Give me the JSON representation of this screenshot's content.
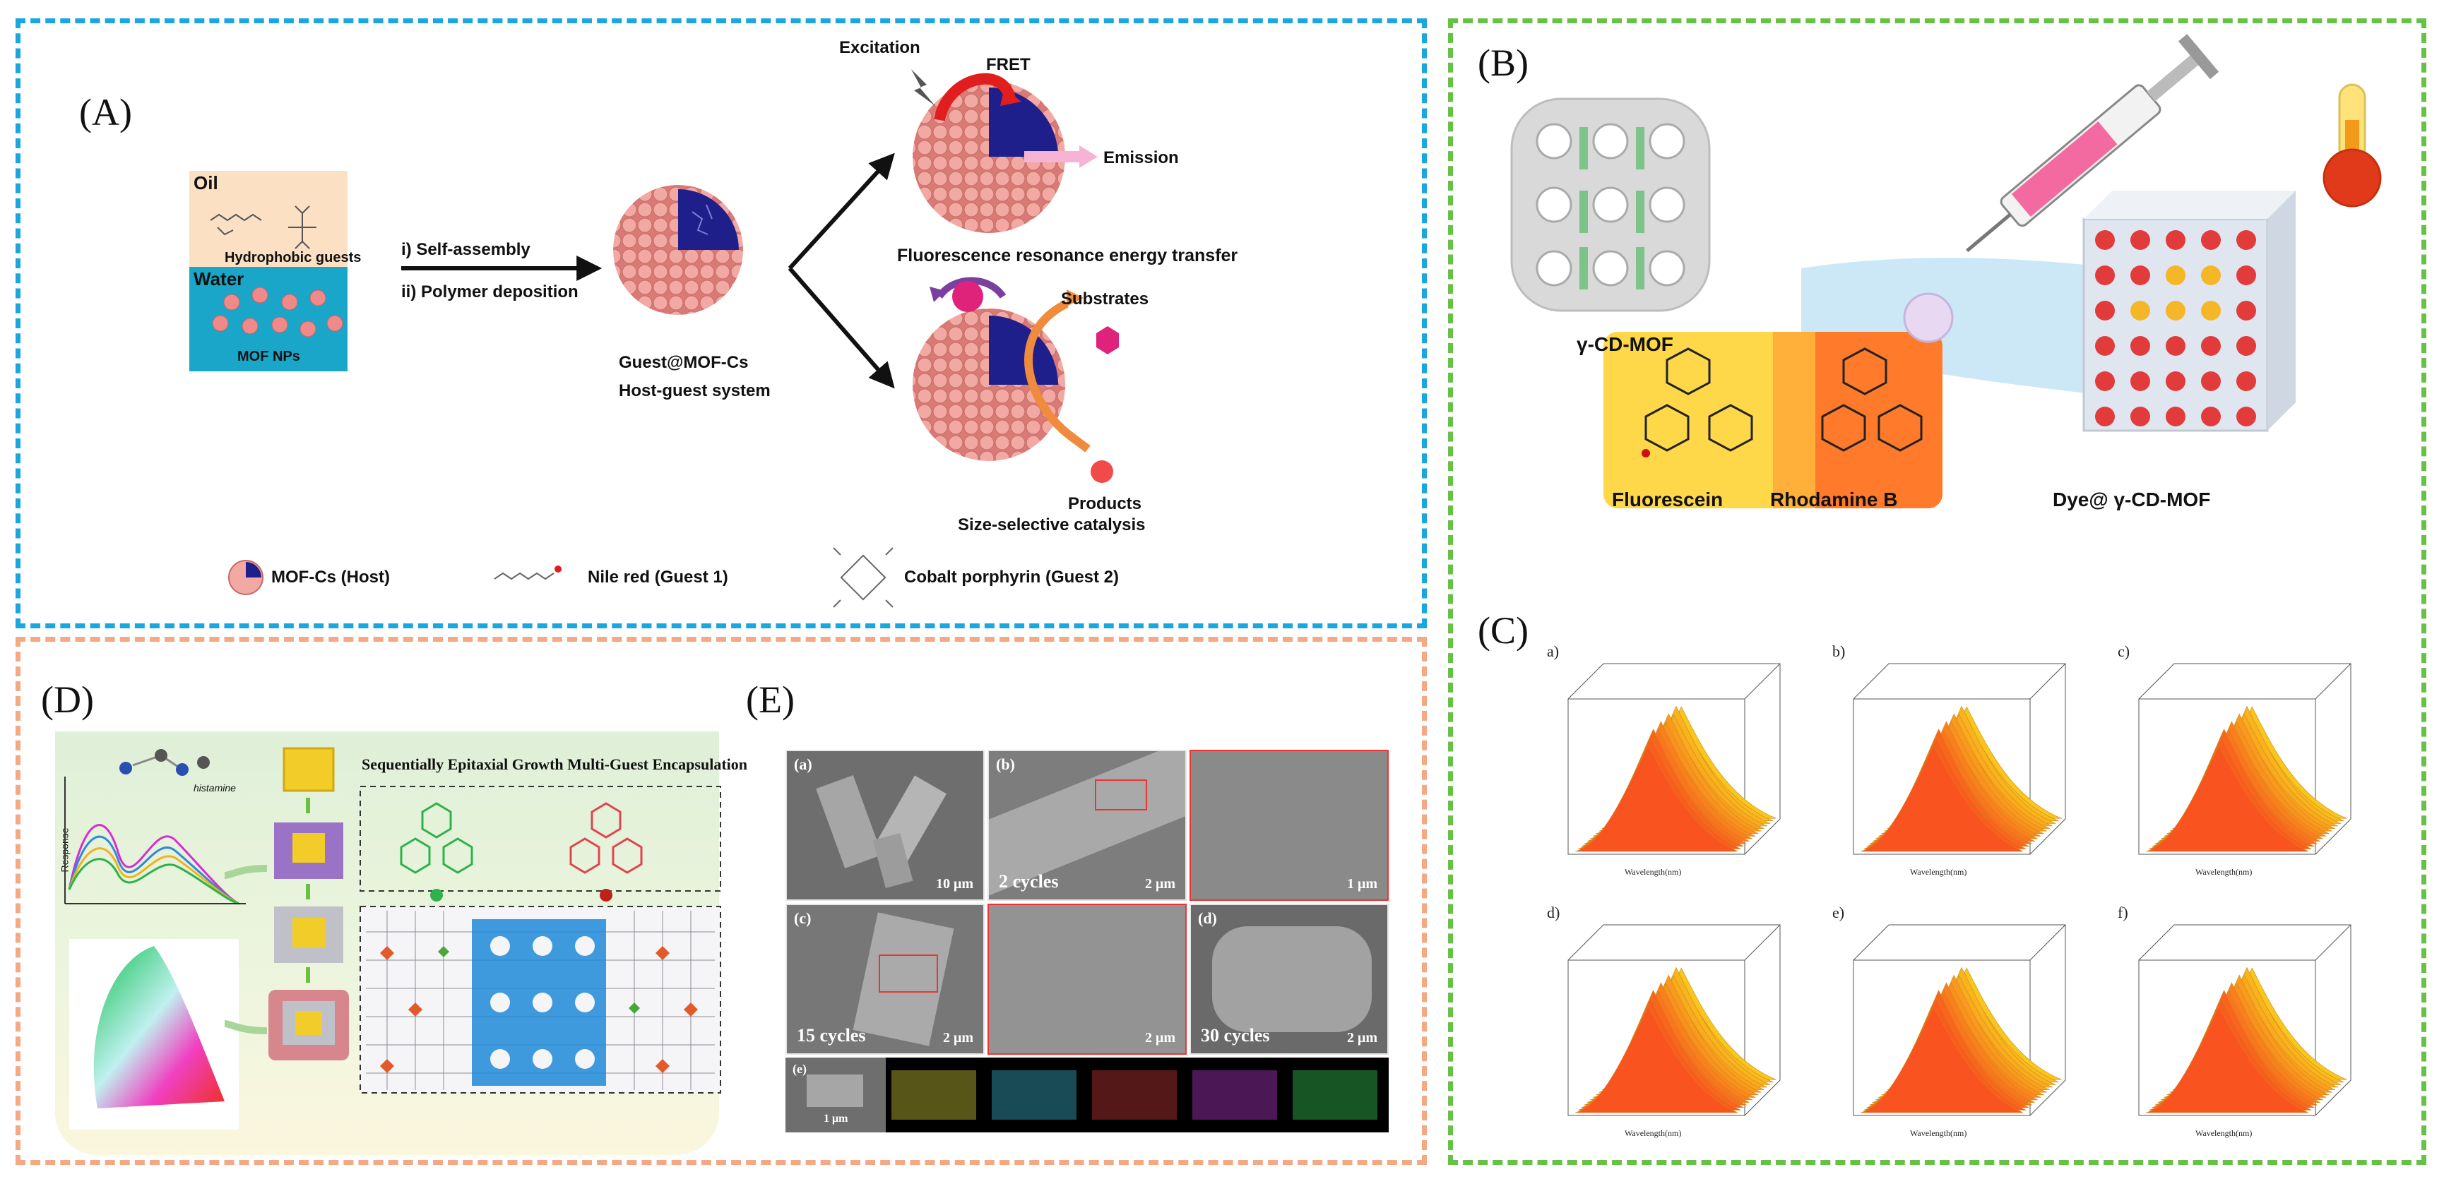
{
  "panel_a": {
    "label": "(A)",
    "oil": "Oil",
    "hydrophobic_guests": "Hydrophobic guests",
    "water": "Water",
    "mof_nps": "MOF NPs",
    "step1": "i) Self-assembly",
    "step2": "ii) Polymer deposition",
    "guest_mof": "Guest@MOF-Cs",
    "host_guest": "Host-guest system",
    "excitation": "Excitation",
    "fret": "FRET",
    "emission": "Emission",
    "fret_full": "Fluorescence resonance energy transfer",
    "substrates": "Substrates",
    "products": "Products",
    "catalysis": "Size-selective catalysis",
    "legend_host": "MOF-Cs (Host)",
    "legend_guest1": "Nile red (Guest 1)",
    "legend_guest2": "Cobalt porphyrin (Guest 2)"
  },
  "panel_b": {
    "label": "(B)",
    "cd_mof": "γ-CD-MOF",
    "fluorescein": "Fluorescein",
    "rhodamine": "Rhodamine B",
    "dye_mof": "Dye@ γ-CD-MOF"
  },
  "panel_c": {
    "label": "(C)",
    "subplots": [
      "a)",
      "b)",
      "c)",
      "d)",
      "e)",
      "f)"
    ],
    "xlabel": "Wavelength(nm)"
  },
  "panel_d": {
    "label": "(D)",
    "title": "Sequentially Epitaxial Growth Multi-Guest Encapsulation",
    "histamine": "histamine",
    "response": "Response"
  },
  "panel_e": {
    "label": "(E)",
    "tiles": [
      "(a)",
      "(b)",
      "(c)",
      "(d)",
      "(e)"
    ],
    "cycles2": "2 cycles",
    "cycles15": "15 cycles",
    "cycles30": "30 cycles",
    "scale_10um": "10 μm",
    "scale_2um": "2 μm",
    "scale_1um": "1 μm"
  },
  "colors": {
    "panel_a_border": "#1aa6df",
    "panel_b_border": "#66c244",
    "panel_d_border": "#f4a883",
    "sphere": "#e99590",
    "core": "#1f1f8c"
  }
}
